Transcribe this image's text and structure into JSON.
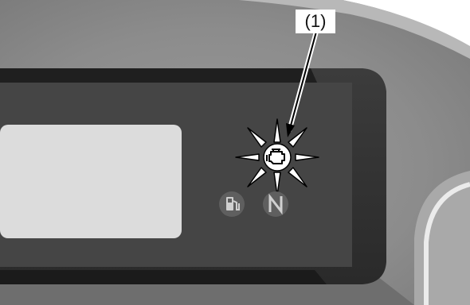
{
  "figure": {
    "callout_label": "(1)"
  },
  "indicators": [
    {
      "name": "engine-check-warning-light",
      "state": "flashing"
    },
    {
      "name": "fuel-level-indicator",
      "state": "off"
    },
    {
      "name": "neutral-indicator",
      "state": "off"
    }
  ],
  "icons": [
    "engine-check-icon",
    "fuel-pump-icon",
    "neutral-icon",
    "arrow-icon"
  ]
}
